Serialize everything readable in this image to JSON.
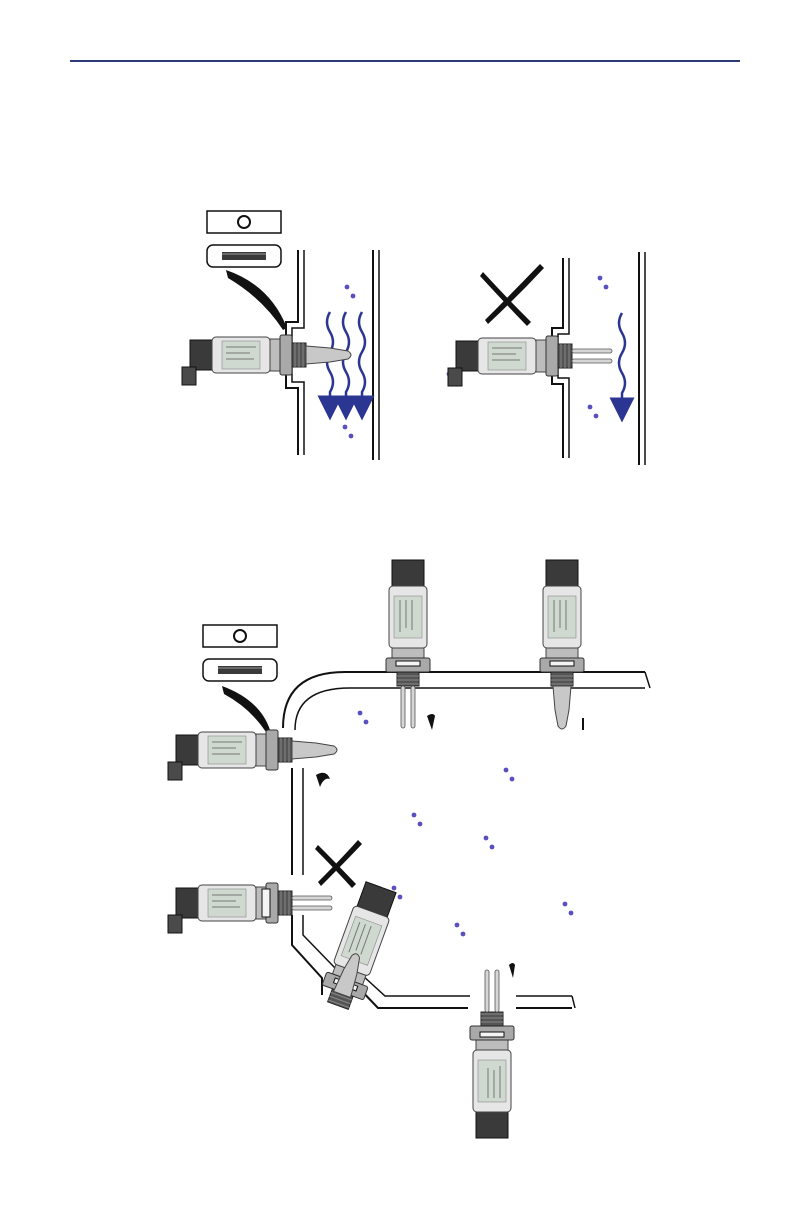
{
  "page": {
    "background": "#ffffff",
    "rule_color": "#2e3b78"
  },
  "colors": {
    "flow_arrow": "#2b3592",
    "particle": "#5a4fbf",
    "outline": "#1a1a1a",
    "cross": "#111111",
    "sensor_body": "#e6e6e6",
    "sensor_label": "#cfd9cf",
    "connector": "#3a3a3a",
    "nut": "#a9a9a9",
    "thread": "#555555",
    "probe": "#c8c8c8"
  },
  "figures": [
    {
      "id": "figure-top",
      "description_icon": "vertical-pipe-installation",
      "panels": [
        "correct-installation",
        "incorrect-installation"
      ]
    },
    {
      "id": "figure-bottom",
      "description_icon": "pipe-network-installation",
      "panels": [
        "correct-orientations",
        "incorrect-orientation"
      ]
    }
  ],
  "icons": {
    "orientation_top": "oring-top-view-icon",
    "orientation_side": "oring-side-view-icon",
    "cross_top": "wrong-cross-icon",
    "cross_bottom": "wrong-cross-icon"
  }
}
